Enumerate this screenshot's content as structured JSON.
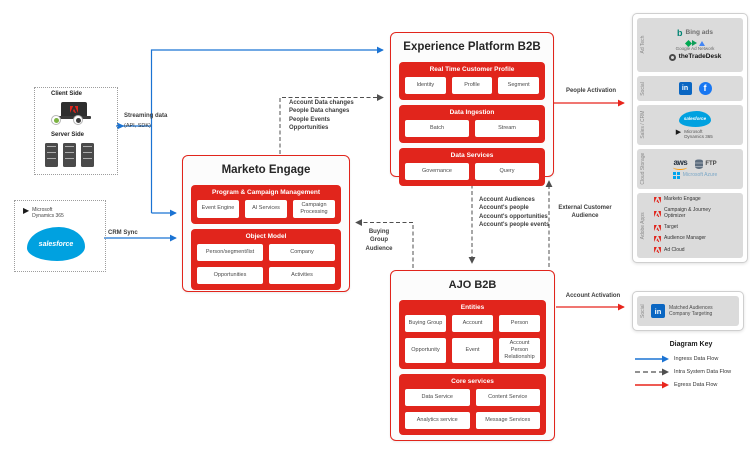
{
  "colors": {
    "ingress": "#1b73d3",
    "intra": "#4f4f4f",
    "egress": "#e8251c",
    "module_red": "#e1251c"
  },
  "sources": {
    "client_side": "Client Side",
    "server_side": "Server Side",
    "streaming_line1": "Streaming data",
    "streaming_line2": "(API, SDK)",
    "crm_sync": "CRM Sync",
    "dynamics": "Microsoft Dynamics 365",
    "salesforce": "salesforce"
  },
  "platform": {
    "title": "Experience Platform B2B",
    "modules": [
      {
        "title": "Real Time Customer Profile",
        "items": [
          "Identity",
          "Profile",
          "Segment"
        ]
      },
      {
        "title": "Data Ingestion",
        "items": [
          "Batch",
          "Stream"
        ]
      },
      {
        "title": "Data Services",
        "items": [
          "Governance",
          "Query"
        ]
      }
    ]
  },
  "marketo": {
    "title": "Marketo Engage",
    "modules": [
      {
        "title": "Program & Campaign Management",
        "items": [
          "Event Engine",
          "AI Services",
          "Campaign Processing"
        ]
      },
      {
        "title": "Object Model",
        "items": [
          "Person/segment/list",
          "Company",
          "Opportunities",
          "Activities"
        ]
      }
    ]
  },
  "ajo": {
    "title": "AJO B2B",
    "modules": [
      {
        "title": "Entities",
        "items": [
          "Buying Group",
          "Account",
          "Person",
          "Opportunity",
          "Event",
          "Account Person Relationship"
        ]
      },
      {
        "title": "Core services",
        "items": [
          "Data Service",
          "Content Service",
          "Analytics service",
          "Message Services"
        ]
      }
    ]
  },
  "flows": {
    "marketo_to_platform": [
      "Account Data changes",
      "People Data changes",
      "People Events",
      "Opportunities"
    ],
    "platform_to_ajo": [
      "Account Audiences",
      "Account's people",
      "Account's opportunities",
      "Account's people events"
    ],
    "external_customer_audience": "External Customer Audience",
    "buying_group_audience": "Buying Group Audience",
    "people_activation": "People Activation",
    "account_activation": "Account Activation"
  },
  "destinations": {
    "sections": [
      {
        "label": "Ad Tech",
        "items": [
          "Bing ads",
          "Google Ad Network",
          "theTradeDesk"
        ]
      },
      {
        "label": "Social",
        "items": [
          "LinkedIn",
          "Facebook"
        ]
      },
      {
        "label": "Sales / CRM",
        "items": [
          "salesforce",
          "Microsoft Dynamics 365"
        ]
      },
      {
        "label": "Cloud Storage",
        "items": [
          "aws",
          "FTP",
          "Microsoft Azure"
        ]
      },
      {
        "label": "Adobe Apps",
        "items": [
          "Marketo Engage",
          "Campaign & Journey Optimizer",
          "Target",
          "Audience Manager",
          "Ad Cloud"
        ]
      }
    ],
    "account_box": {
      "label": "Social",
      "line1": "Matched Audiences",
      "line2": "Company Targeting"
    }
  },
  "icons": {
    "linkedin": "in",
    "facebook": "f",
    "bing_b": "b",
    "dynamics_tri": "▶"
  },
  "key": {
    "title": "Diagram Key",
    "ingress": "Ingress Data Flow",
    "intra": "Intra System Data Flow",
    "egress": "Egress Data Flow"
  }
}
